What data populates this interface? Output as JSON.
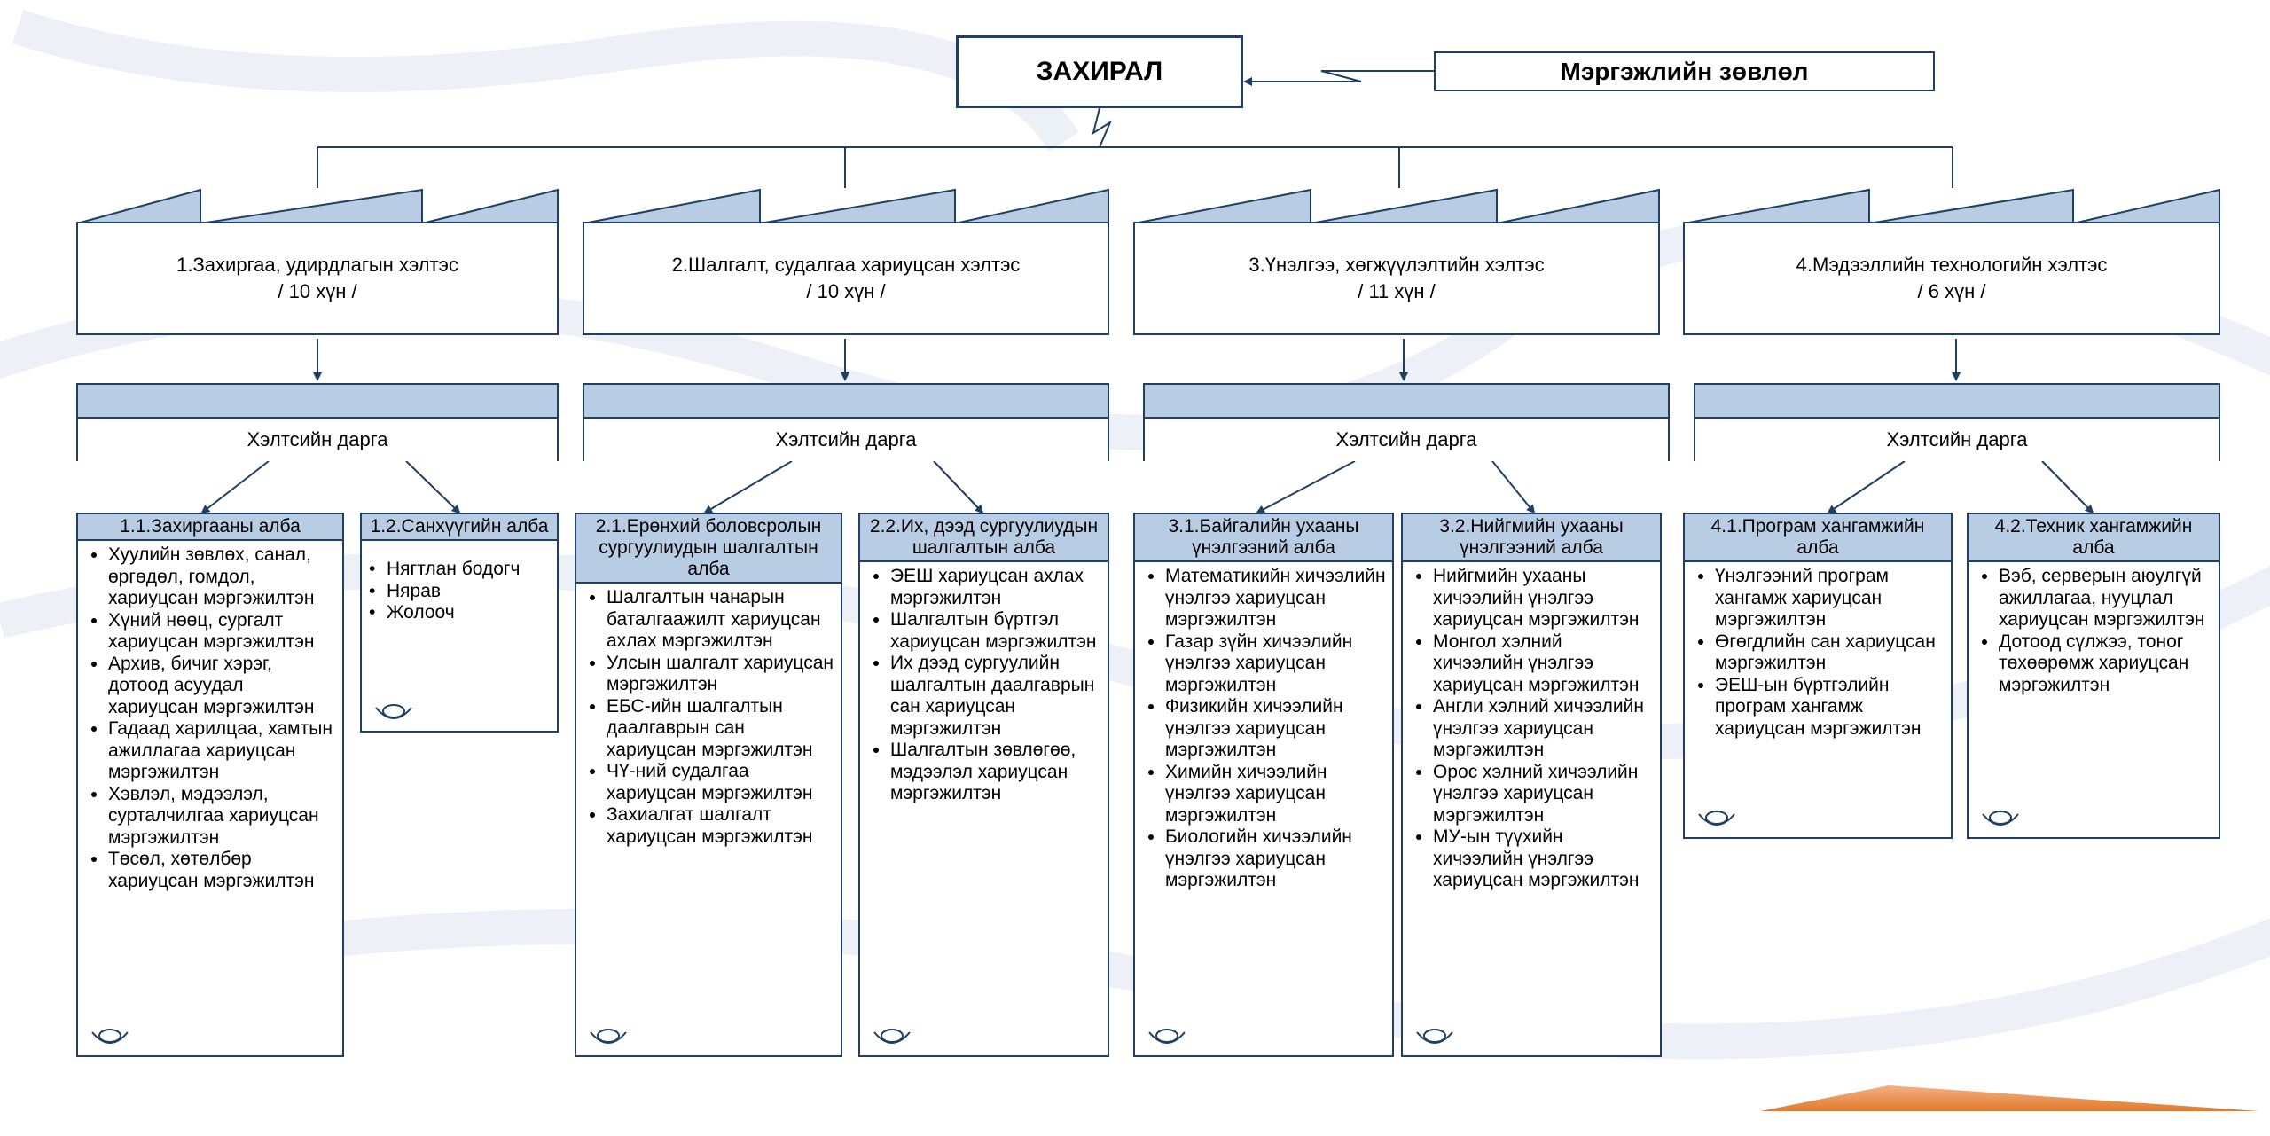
{
  "director": "ЗАХИРАЛ",
  "council": "Мэргэжлийн зөвлөл",
  "divisions": [
    {
      "name": "1.Захиргаа, удирдлагын хэлтэс",
      "staff": "/ 10 хүн /"
    },
    {
      "name": "2.Шалгалт, судалгаа хариуцсан хэлтэс",
      "staff": "/ 10 хүн /"
    },
    {
      "name": "3.Үнэлгээ, хөгжүүлэлтийн хэлтэс",
      "staff": "/ 11 хүн /"
    },
    {
      "name": "4.Мэдээллийн технологийн хэлтэс",
      "staff": "/ 6 хүн /"
    }
  ],
  "head_label": "Хэлтсийн дарга",
  "departments": [
    {
      "title": "1.1.Захиргааны алба",
      "items": [
        "Хуулийн зөвлөх, санал, өргөдөл, гомдол, хариуцсан мэргэжилтэн",
        "Хүний нөөц, сургалт хариуцсан мэргэжилтэн",
        "Архив, бичиг хэрэг, дотоод асуудал хариуцсан мэргэжилтэн",
        "Гадаад харилцаа, хамтын ажиллагаа хариуцсан мэргэжилтэн",
        "Хэвлэл, мэдээлэл, сурталчилгаа хариуцсан мэргэжилтэн",
        "Төсөл, хөтөлбөр хариуцсан мэргэжилтэн"
      ]
    },
    {
      "title": "1.2.Санхүүгийн алба",
      "items": [
        "Нягтлан бодогч",
        "Нярав",
        "Жолооч"
      ]
    },
    {
      "title": "2.1.Ерөнхий боловсролын сургуулиудын шалгалтын алба",
      "items": [
        "Шалгалтын чанарын баталгаажилт хариуцсан ахлах мэргэжилтэн",
        "Улсын шалгалт хариуцсан мэргэжилтэн",
        "ЕБС-ийн шалгалтын даалгаврын сан хариуцсан мэргэжилтэн",
        "ЧҮ-ний судалгаа хариуцсан мэргэжилтэн",
        "Захиалгат шалгалт хариуцсан мэргэжилтэн"
      ]
    },
    {
      "title": "2.2.Их, дээд сургуулиудын шалгалтын алба",
      "items": [
        "ЭЕШ хариуцсан ахлах мэргэжилтэн",
        "Шалгалтын бүртгэл хариуцсан мэргэжилтэн",
        "Их дээд сургуулийн шалгалтын даалгаврын сан хариуцсан мэргэжилтэн",
        "Шалгалтын зөвлөгөө, мэдээлэл хариуцсан мэргэжилтэн"
      ]
    },
    {
      "title": "3.1.Байгалийн ухааны үнэлгээний алба",
      "items": [
        "Математикийн хичээлийн үнэлгээ хариуцсан мэргэжилтэн",
        "Газар зүйн хичээлийн үнэлгээ хариуцсан мэргэжилтэн",
        "Физикийн хичээлийн үнэлгээ хариуцсан мэргэжилтэн",
        "Химийн хичээлийн үнэлгээ хариуцсан мэргэжилтэн",
        "Биологийн хичээлийн үнэлгээ хариуцсан мэргэжилтэн"
      ]
    },
    {
      "title": "3.2.Нийгмийн ухааны үнэлгээний алба",
      "items": [
        "Нийгмийн ухааны хичээлийн үнэлгээ хариуцсан мэргэжилтэн",
        "Монгол хэлний хичээлийн үнэлгээ хариуцсан мэргэжилтэн",
        "Англи хэлний хичээлийн үнэлгээ хариуцсан мэргэжилтэн",
        "Орос хэлний хичээлийн үнэлгээ хариуцсан мэргэжилтэн",
        "МУ-ын түүхийн хичээлийн үнэлгээ хариуцсан мэргэжилтэн"
      ]
    },
    {
      "title": "4.1.Програм хангамжийн алба",
      "items": [
        "Үнэлгээний програм хангамж хариуцсан мэргэжилтэн",
        "Өгөгдлийн сан хариуцсан мэргэжилтэн",
        "ЭЕШ-ын бүртгэлийн програм хангамж хариуцсан мэргэжилтэн"
      ]
    },
    {
      "title": "4.2.Техник хангамжийн алба",
      "items": [
        "Вэб, серверын аюулгүй ажиллагаа, нууцлал хариуцсан мэргэжилтэн",
        "Дотоод сүлжээ, тоног төхөөрөмж хариуцсан мэргэжилтэн"
      ]
    }
  ]
}
